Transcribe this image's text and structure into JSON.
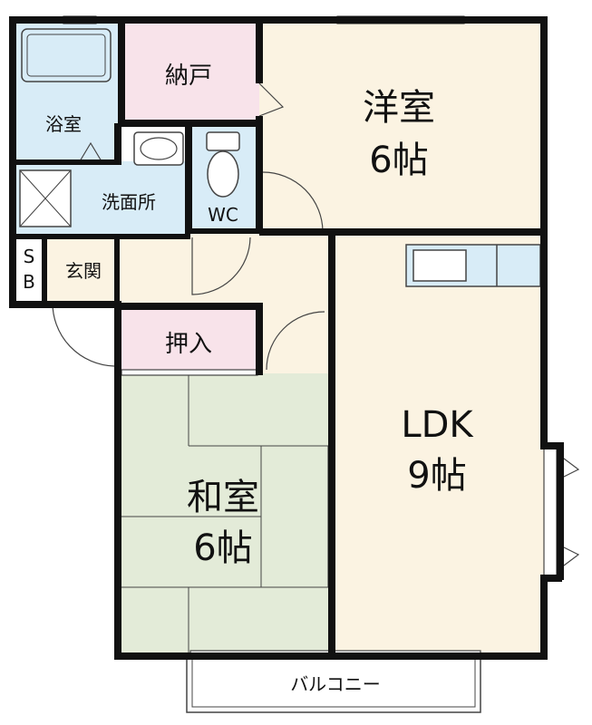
{
  "rooms": {
    "bath": {
      "label": "浴室",
      "color": "#d8ecf7"
    },
    "storage": {
      "label": "納戸",
      "color": "#f8e3ea"
    },
    "western": {
      "label": "洋室",
      "size": "6帖",
      "color": "#fbf3e2"
    },
    "washroom": {
      "label": "洗面所",
      "color": "#d8ecf7"
    },
    "wc": {
      "label": "WC",
      "color": "#d8ecf7"
    },
    "shoebox": {
      "label_top": "S",
      "label_bottom": "B"
    },
    "entrance": {
      "label": "玄関",
      "color": "#fbf3e2"
    },
    "closet": {
      "label": "押入",
      "color": "#f8e3ea"
    },
    "japanese": {
      "label": "和室",
      "size": "6帖",
      "color": "#e3ebd8"
    },
    "ldk": {
      "label": "LDK",
      "size": "9帖",
      "color": "#fbf3e2"
    },
    "balcony": {
      "label": "バルコニー"
    }
  },
  "wall_color": "#111111"
}
